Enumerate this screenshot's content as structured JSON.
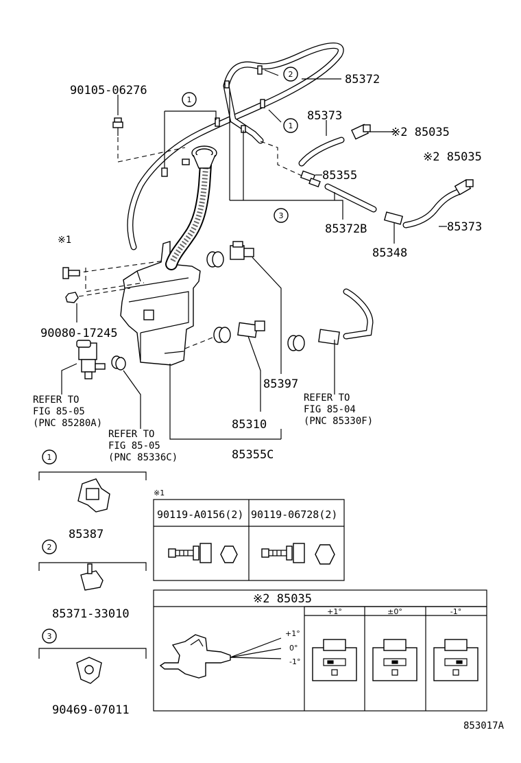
{
  "callouts": {
    "p85372": "85372",
    "p90105": "90105-06276",
    "p85373a": "85373",
    "p85035a": "※2 85035",
    "p85035b": "※2 85035",
    "p85355": "85355",
    "p85373b": "85373",
    "p85372b": "85372B",
    "p85348": "85348",
    "p90080": "90080-17245",
    "p85397": "85397",
    "p85310": "85310",
    "p85355c": "85355C",
    "note1": "※1",
    "refer1": [
      "REFER TO",
      "FIG 85-05",
      "(PNC 85280A)"
    ],
    "refer2": [
      "REFER TO",
      "FIG 85-05",
      "(PNC 85336C)"
    ],
    "refer3": [
      "REFER TO",
      "FIG 85-04",
      "(PNC 85330F)"
    ]
  },
  "circles": {
    "c1a": "1",
    "c2a": "2",
    "c1b": "1",
    "c3a": "3",
    "c1c": "1",
    "c2c": "2",
    "c3c": "3"
  },
  "details": {
    "d85387": "85387",
    "d85371": "85371-33010",
    "d90469": "90469-07011"
  },
  "table1": {
    "note": "※1",
    "col1": "90119-A0156(2)",
    "col2": "90119-06728(2)"
  },
  "table2": {
    "title": "※2 85035",
    "h1": "+1°",
    "h2": "±0°",
    "h3": "-1°",
    "a_plus": "+1°",
    "a_zero": "0°",
    "a_minus": "-1°"
  },
  "figure_id": "853017A"
}
